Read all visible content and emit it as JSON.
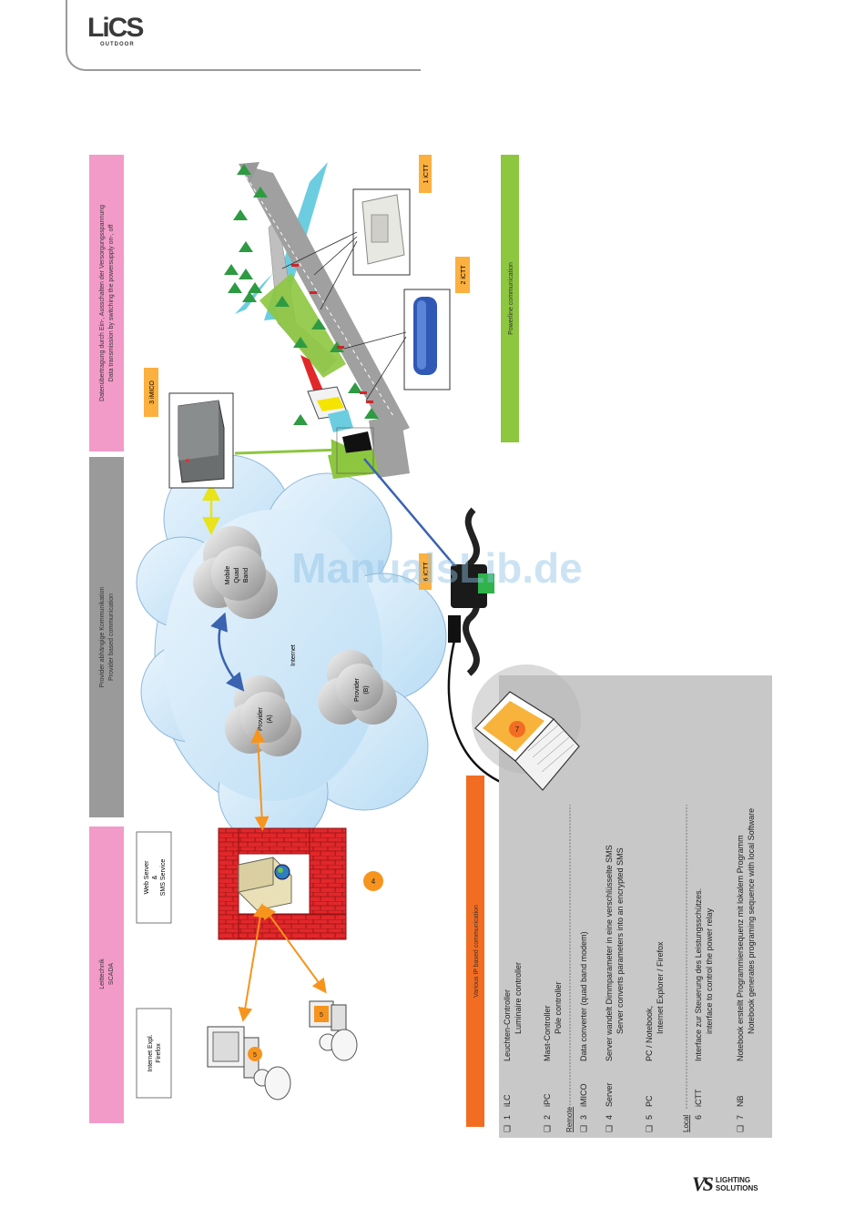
{
  "header": {
    "logo_text": "LiCS",
    "logo_sub": "OUTDOOR"
  },
  "footer": {
    "brand_mark": "VS",
    "brand_line1": "LIGHTING",
    "brand_line2": "SOLUTIONS"
  },
  "bands": {
    "scada_de": "Leittechnik",
    "scada_en": "SCADA",
    "provider_de": "Provider abhängige Kommunikation",
    "provider_en": "Provider based communication",
    "power_de": "Datenübertragung durch Ein-, Ausschalten der Versorgungsspannung",
    "power_en": "Data transmission by switching the powersupply on-, off",
    "ip": "Various IP based communication",
    "powerline": "Powerline communication"
  },
  "boxes": {
    "browser_line1": "Internet Expl.",
    "browser_line2": "Firefox",
    "server_line1": "Web Server",
    "server_line2": "&",
    "server_line3": "SMS Service"
  },
  "clouds": {
    "internet": "Internet",
    "mobile_line1": "Mobile",
    "mobile_line2": "Quad",
    "mobile_line3": "Band",
    "provider_a_line1": "Provider",
    "provider_a_line2": "(A)",
    "provider_b_line1": "Provider",
    "provider_b_line2": "(B)"
  },
  "tags": {
    "ictt1": "1   iCTT",
    "ictt2": "2   iCTT",
    "imico": "3   iMICO",
    "ictt6": "6   iCTT"
  },
  "badges": {
    "b4": "4",
    "b5a": "5",
    "b5b": "5",
    "b7": "7"
  },
  "watermark": "ManualsLib.de",
  "legend": {
    "remote_heading": "Remote",
    "local_heading": "Local",
    "items": [
      {
        "box": "❑",
        "num": "1",
        "code": "iLC",
        "de": "Leuchten-Controller",
        "en": "Luminaire controller"
      },
      {
        "box": "❑",
        "num": "2",
        "code": "iPC",
        "de": "Mast-Controller",
        "en": "Pole controller"
      },
      {
        "box": "❑",
        "num": "3",
        "code": "iMICO",
        "de": "Data converter (quad band modem)",
        "en": ""
      },
      {
        "box": "❑",
        "num": "4",
        "code": "Server",
        "de": "Server wandelt Dimmparameter in eine verschlüsselte SMS",
        "en": "Server converts parameters into an encrypted SMS"
      },
      {
        "box": "❑",
        "num": "5",
        "code": "PC",
        "de": "PC / Notebook,",
        "en": "Internet Explorer / Firefox"
      },
      {
        "box": "",
        "num": "6",
        "code": "iCTT",
        "de": "Interface zur Steuerung des Leistungsschützes.",
        "en": "interface to control the power relay"
      },
      {
        "box": "❑",
        "num": "7",
        "code": "NB",
        "de": "Notebook erstellt Programmiersequenz mit lokalem Programm",
        "en": "Notebook generates programing sequence with local Software"
      }
    ]
  },
  "colors": {
    "pink": "#f29bc9",
    "gray_band": "#9a9a9a",
    "orange": "#f26d22",
    "green": "#8dc63f",
    "yellow_tag": "#fbb040",
    "brick": "#e2272a",
    "legend_bg": "#c8c8c8",
    "cloud": "#cfe6f7"
  }
}
